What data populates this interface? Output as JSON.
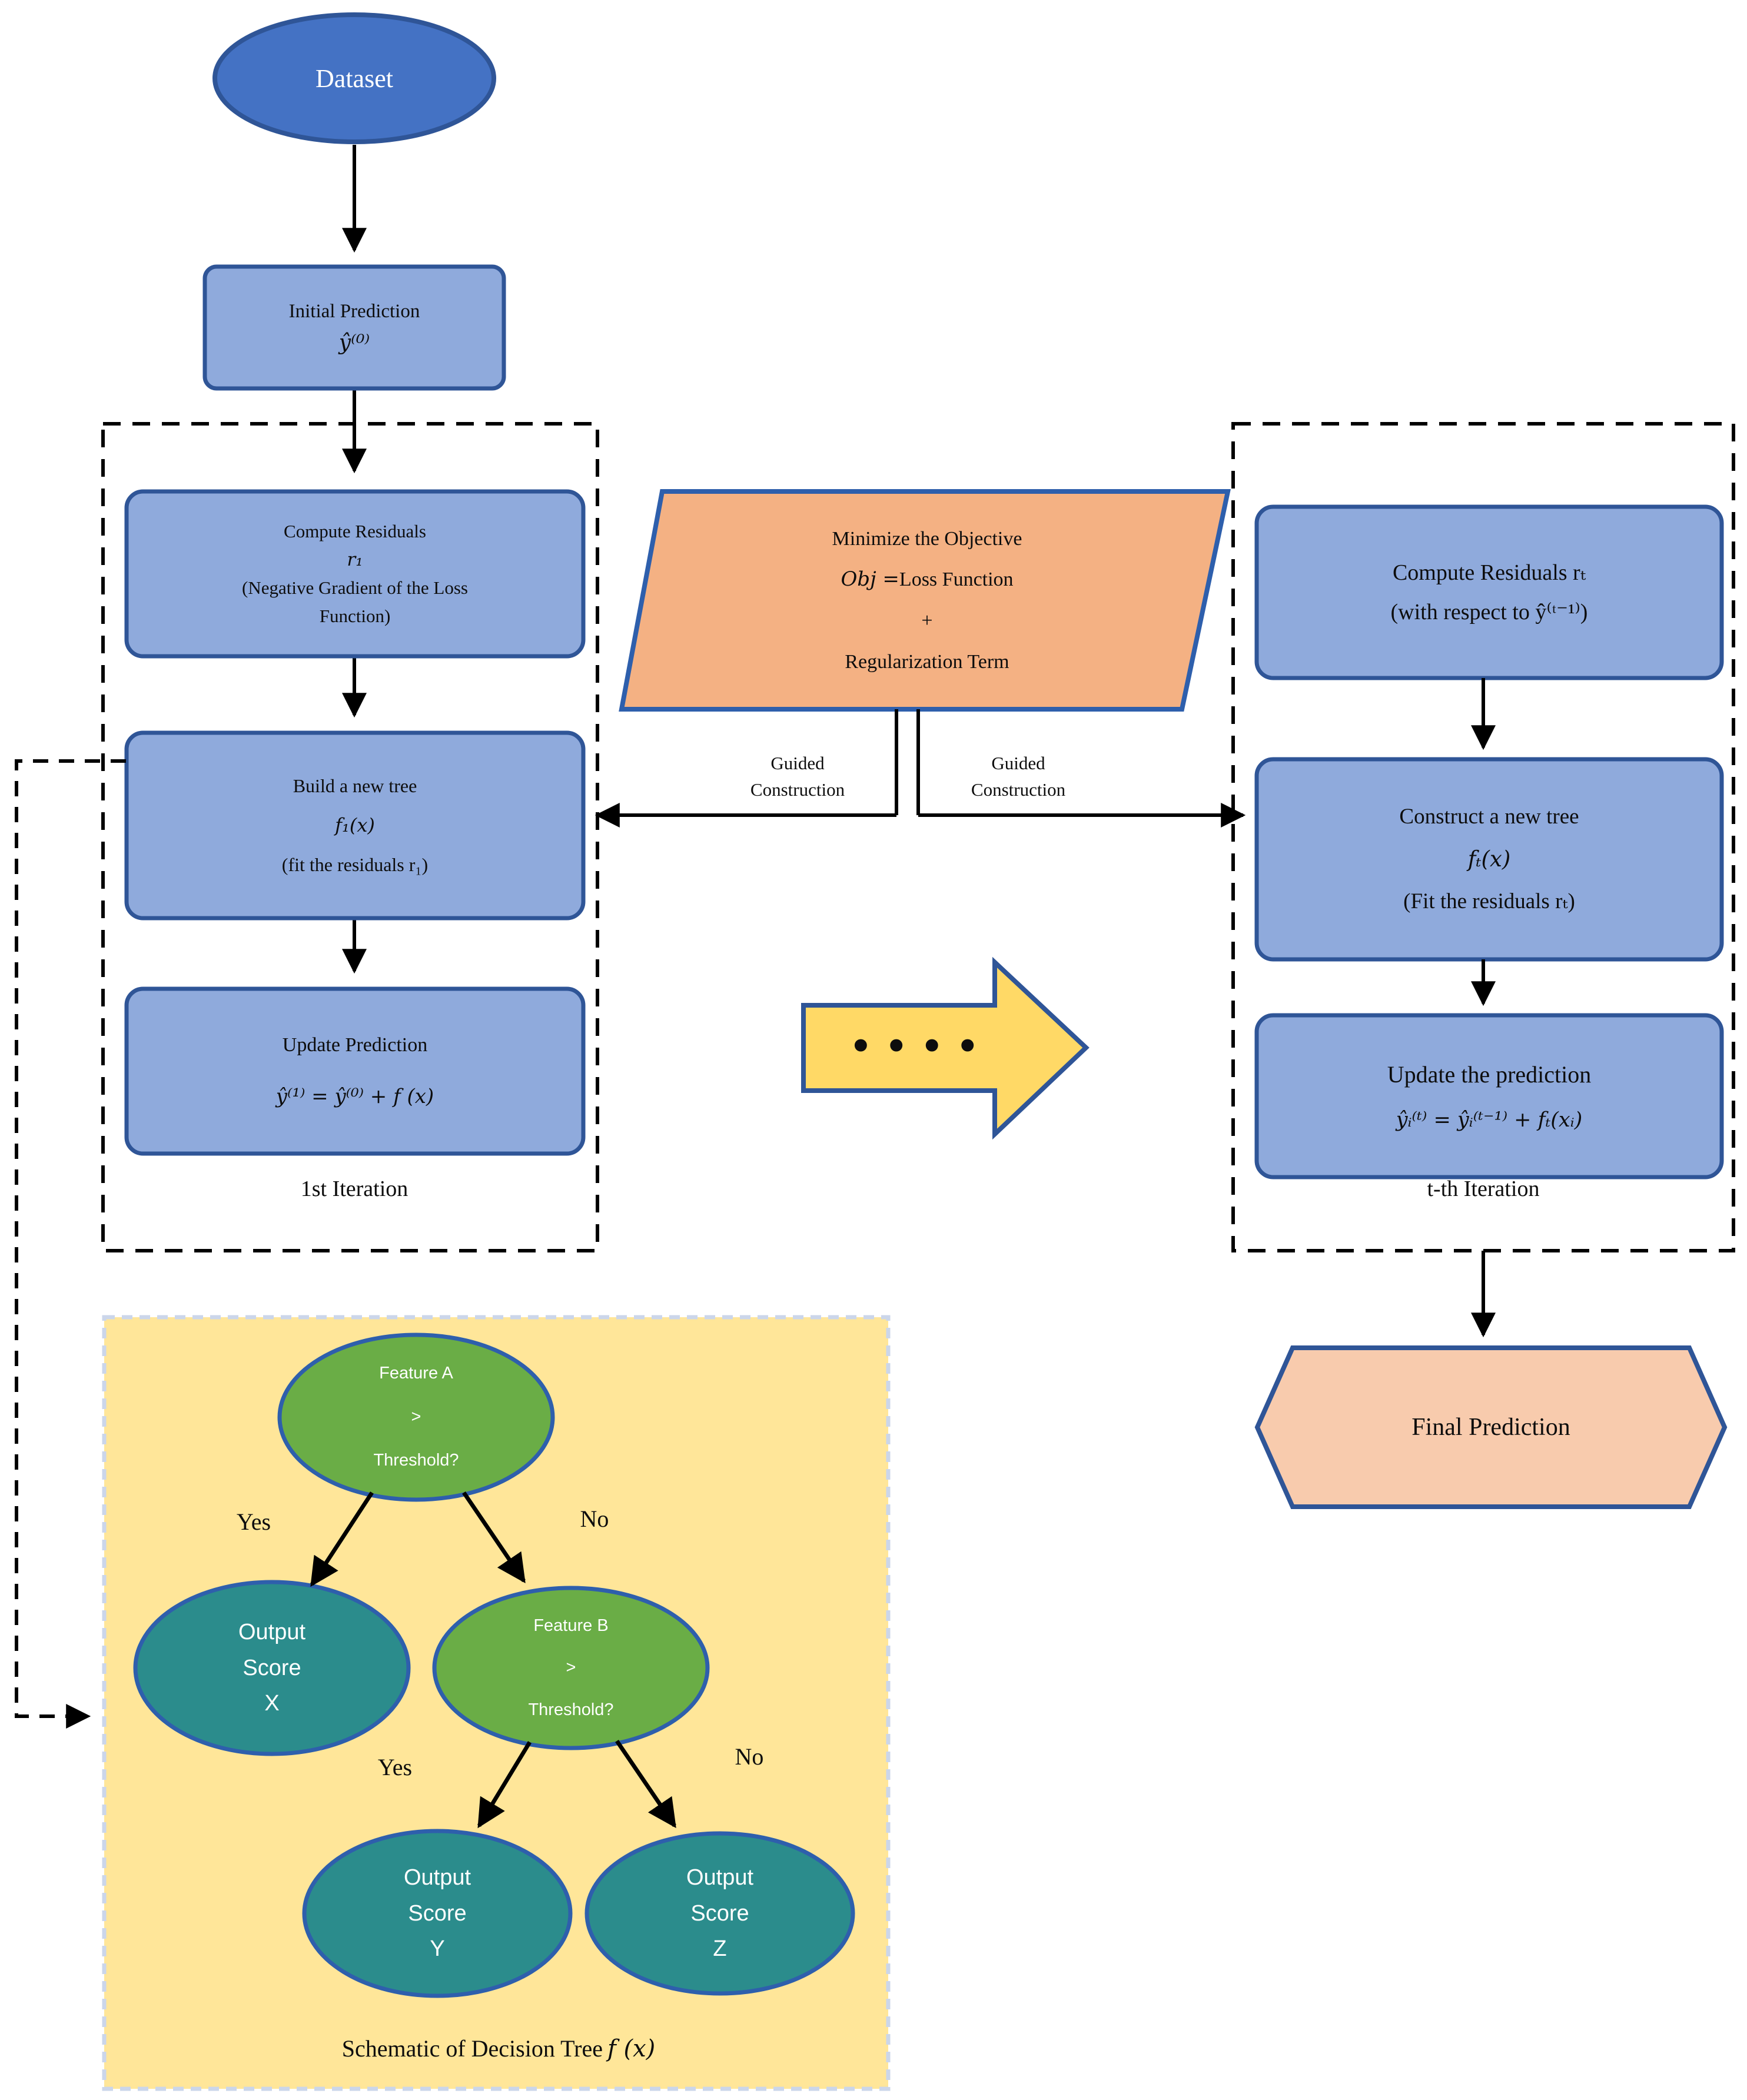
{
  "diagram": {
    "dataset": {
      "label": "Dataset"
    },
    "initial_prediction": {
      "line1": "Initial Prediction",
      "line2": "ŷ⁽⁰⁾"
    },
    "iteration1": {
      "box_label": "1st Iteration",
      "compute_residuals": {
        "line1": "Compute Residuals",
        "line2": "r₁",
        "line3": "(Negative Gradient of the Loss",
        "line4": "Function)"
      },
      "build_tree": {
        "line1": "Build a new tree",
        "line2": "f₁(x)",
        "line3": "(fit the residuals r₁)"
      },
      "update_prediction": {
        "line1": "Update Prediction",
        "line2": "ŷ⁽¹⁾ = ŷ⁽⁰⁾ + f (x)"
      }
    },
    "objective": {
      "line1": "Minimize the Objective",
      "line2a": "Obj =",
      "line2b": "Loss Function",
      "line3": "+",
      "line4": "Regularization Term"
    },
    "guided_left": {
      "line1": "Guided",
      "line2": "Construction"
    },
    "guided_right": {
      "line1": "Guided",
      "line2": "Construction"
    },
    "ellipsis_dots": "••••",
    "iteration_t": {
      "box_label": "t-th Iteration",
      "compute_residuals": {
        "line1": "Compute Residuals rₜ",
        "line2": "(with respect to  ŷ⁽ᵗ⁻¹⁾)"
      },
      "construct_tree": {
        "line1": "Construct a new tree",
        "line2": "fₜ(x)",
        "line3": "(Fit the residuals rₜ)"
      },
      "update_prediction": {
        "line1": "Update the prediction",
        "line2": "ŷᵢ⁽ᵗ⁾ = ŷᵢ⁽ᵗ⁻¹⁾ + fₜ(xᵢ)"
      }
    },
    "final_prediction": {
      "label": "Final Prediction"
    },
    "decision_tree": {
      "caption_text": "Schematic of Decision Tree",
      "caption_math": "f (x)",
      "feature_a": {
        "line1": "Feature A",
        "line2": ">",
        "line3": "Threshold?"
      },
      "feature_b": {
        "line1": "Feature B",
        "line2": ">",
        "line3": "Threshold?"
      },
      "output_x": {
        "line1": "Output",
        "line2": "Score",
        "line3": "X"
      },
      "output_y": {
        "line1": "Output",
        "line2": "Score",
        "line3": "Y"
      },
      "output_z": {
        "line1": "Output",
        "line2": "Score",
        "line3": "Z"
      },
      "edge_labels": {
        "a_yes": "Yes",
        "a_no": "No",
        "b_yes": "Yes",
        "b_no": "No"
      }
    },
    "colors": {
      "dataset_fill": "#4472C4",
      "light_box_fill": "#8FAADC",
      "shape_border_blue": "#2F5597",
      "objective_fill": "#F4B183",
      "final_fill": "#F8CBAD",
      "big_arrow_fill": "#FFD966",
      "panel_fill": "#FFE699",
      "panel_border": "#CBD6EA",
      "green_node": "#6AAD46",
      "teal_node": "#2B8C8C",
      "line_color": "#000000"
    }
  }
}
